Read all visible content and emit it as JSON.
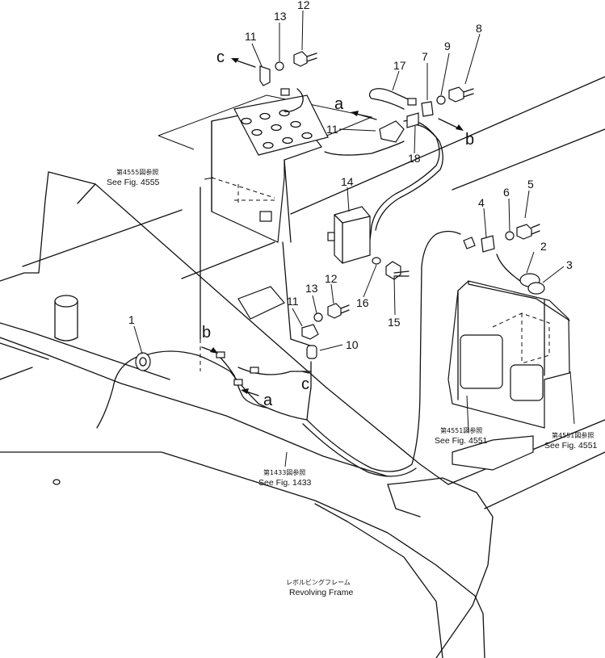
{
  "part_numbers": [
    "1",
    "2",
    "3",
    "4",
    "5",
    "6",
    "7",
    "8",
    "9",
    "10",
    "11",
    "11",
    "11",
    "12",
    "12",
    "13",
    "13",
    "14",
    "15",
    "16",
    "17",
    "18"
  ],
  "connectors": {
    "a1": "a",
    "a2": "a",
    "b1": "b",
    "b2": "b",
    "c1": "c",
    "c2": "c"
  },
  "references": {
    "fig4555_jp": "第4555図参照",
    "fig4555": "See Fig. 4555",
    "fig4551a_jp": "第4551図参照",
    "fig4551a": "See Fig. 4551",
    "fig4551b_jp": "第4551図参照",
    "fig4551b": "See Fig. 4551",
    "fig1433_jp": "第1433図参照",
    "fig1433": "See Fig. 1433"
  },
  "frame_label": {
    "jp": "レボルビングフレーム",
    "en": "Revolving Frame"
  }
}
